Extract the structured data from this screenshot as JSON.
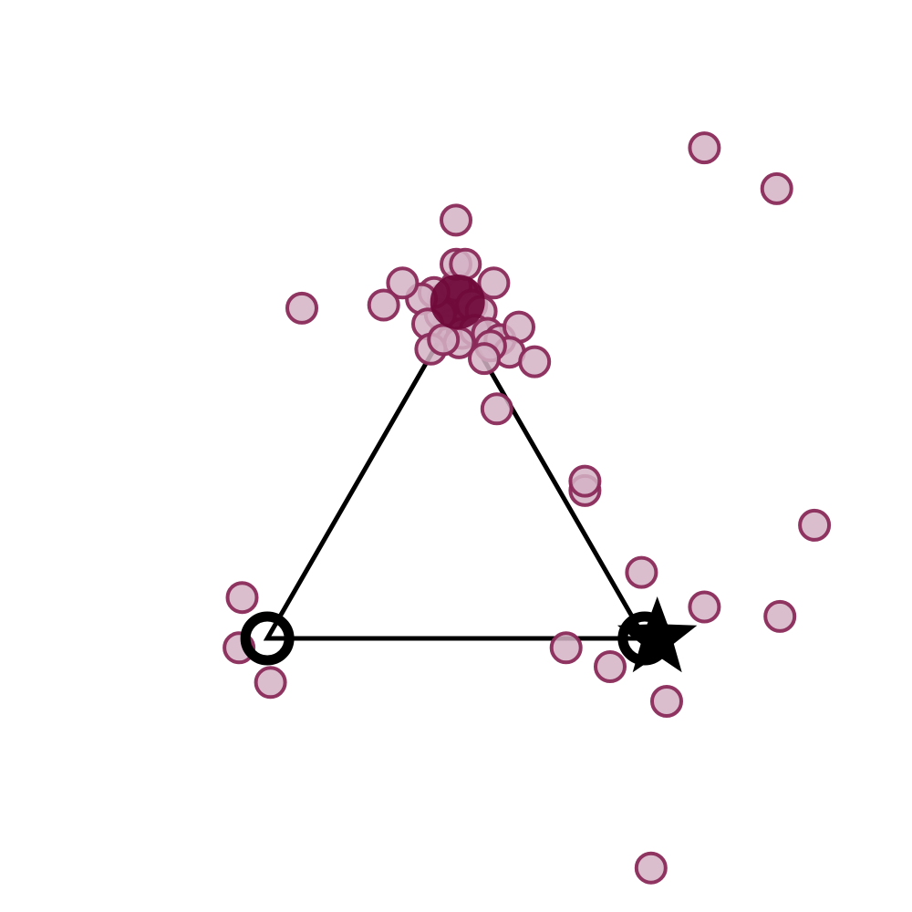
{
  "chart_data": {
    "type": "scatter",
    "title": "",
    "xlabel": "",
    "ylabel": "",
    "xlim": [
      -1.45,
      1.45
    ],
    "ylim": [
      -0.87,
      2.03
    ],
    "grid": false,
    "axes_visible": false,
    "colors": {
      "point_fill": "#d5b3c6",
      "point_edge": "#8a2a5a",
      "cluster": "#6e0838",
      "frame": "#000000"
    },
    "triangle": [
      [
        -0.6,
        0.0
      ],
      [
        0.6,
        0.0
      ],
      [
        0.0,
        1.04
      ]
    ],
    "vertex_markers": [
      {
        "name": "origin-ring",
        "shape": "ring",
        "x": -0.6,
        "y": 0.0
      },
      {
        "name": "right-ring",
        "shape": "ring",
        "x": 0.6,
        "y": 0.0
      },
      {
        "name": "target-star",
        "shape": "star",
        "x": 0.64,
        "y": 0.0
      }
    ],
    "series": [
      {
        "values": [
          [
            0.0,
            1.04
          ],
          [
            0.01,
            1.07
          ],
          [
            -0.02,
            1.02
          ],
          [
            0.03,
            1.05
          ],
          [
            -0.04,
            1.08
          ],
          [
            0.02,
            1.1
          ],
          [
            -0.01,
            1.0
          ],
          [
            0.04,
            1.01
          ],
          [
            -0.03,
            0.98
          ],
          [
            0.0,
            1.12
          ],
          [
            0.05,
            1.06
          ],
          [
            -0.05,
            1.03
          ],
          [
            0.02,
            0.97
          ],
          [
            -0.07,
            1.1
          ],
          [
            0.08,
            1.04
          ],
          [
            0.12,
            1.13
          ],
          [
            -0.11,
            1.08
          ],
          [
            0.06,
            0.98
          ],
          [
            -0.09,
            1.0
          ],
          [
            0.01,
            0.94
          ],
          [
            0.1,
            0.97
          ],
          [
            0.14,
            0.95
          ],
          [
            0.2,
            0.99
          ],
          [
            0.17,
            0.91
          ],
          [
            0.11,
            0.93
          ],
          [
            0.09,
            0.89
          ],
          [
            0.25,
            0.88
          ],
          [
            -0.08,
            0.92
          ],
          [
            -0.04,
            0.95
          ],
          [
            0.0,
            1.19
          ],
          [
            0.03,
            1.19
          ],
          [
            -0.17,
            1.13
          ],
          [
            -0.23,
            1.06
          ],
          [
            0.0,
            1.33
          ],
          [
            -0.49,
            1.05
          ],
          [
            0.13,
            0.73
          ],
          [
            0.41,
            0.47
          ],
          [
            0.41,
            0.5
          ],
          [
            0.59,
            0.21
          ],
          [
            0.79,
            0.1
          ],
          [
            1.03,
            0.07
          ],
          [
            1.14,
            0.36
          ],
          [
            0.79,
            1.56
          ],
          [
            1.02,
            1.43
          ],
          [
            -0.68,
            0.13
          ],
          [
            -0.69,
            -0.03
          ],
          [
            -0.59,
            -0.14
          ],
          [
            0.35,
            -0.03
          ],
          [
            0.49,
            -0.09
          ],
          [
            0.67,
            -0.2
          ],
          [
            0.62,
            -0.73
          ]
        ]
      }
    ]
  }
}
